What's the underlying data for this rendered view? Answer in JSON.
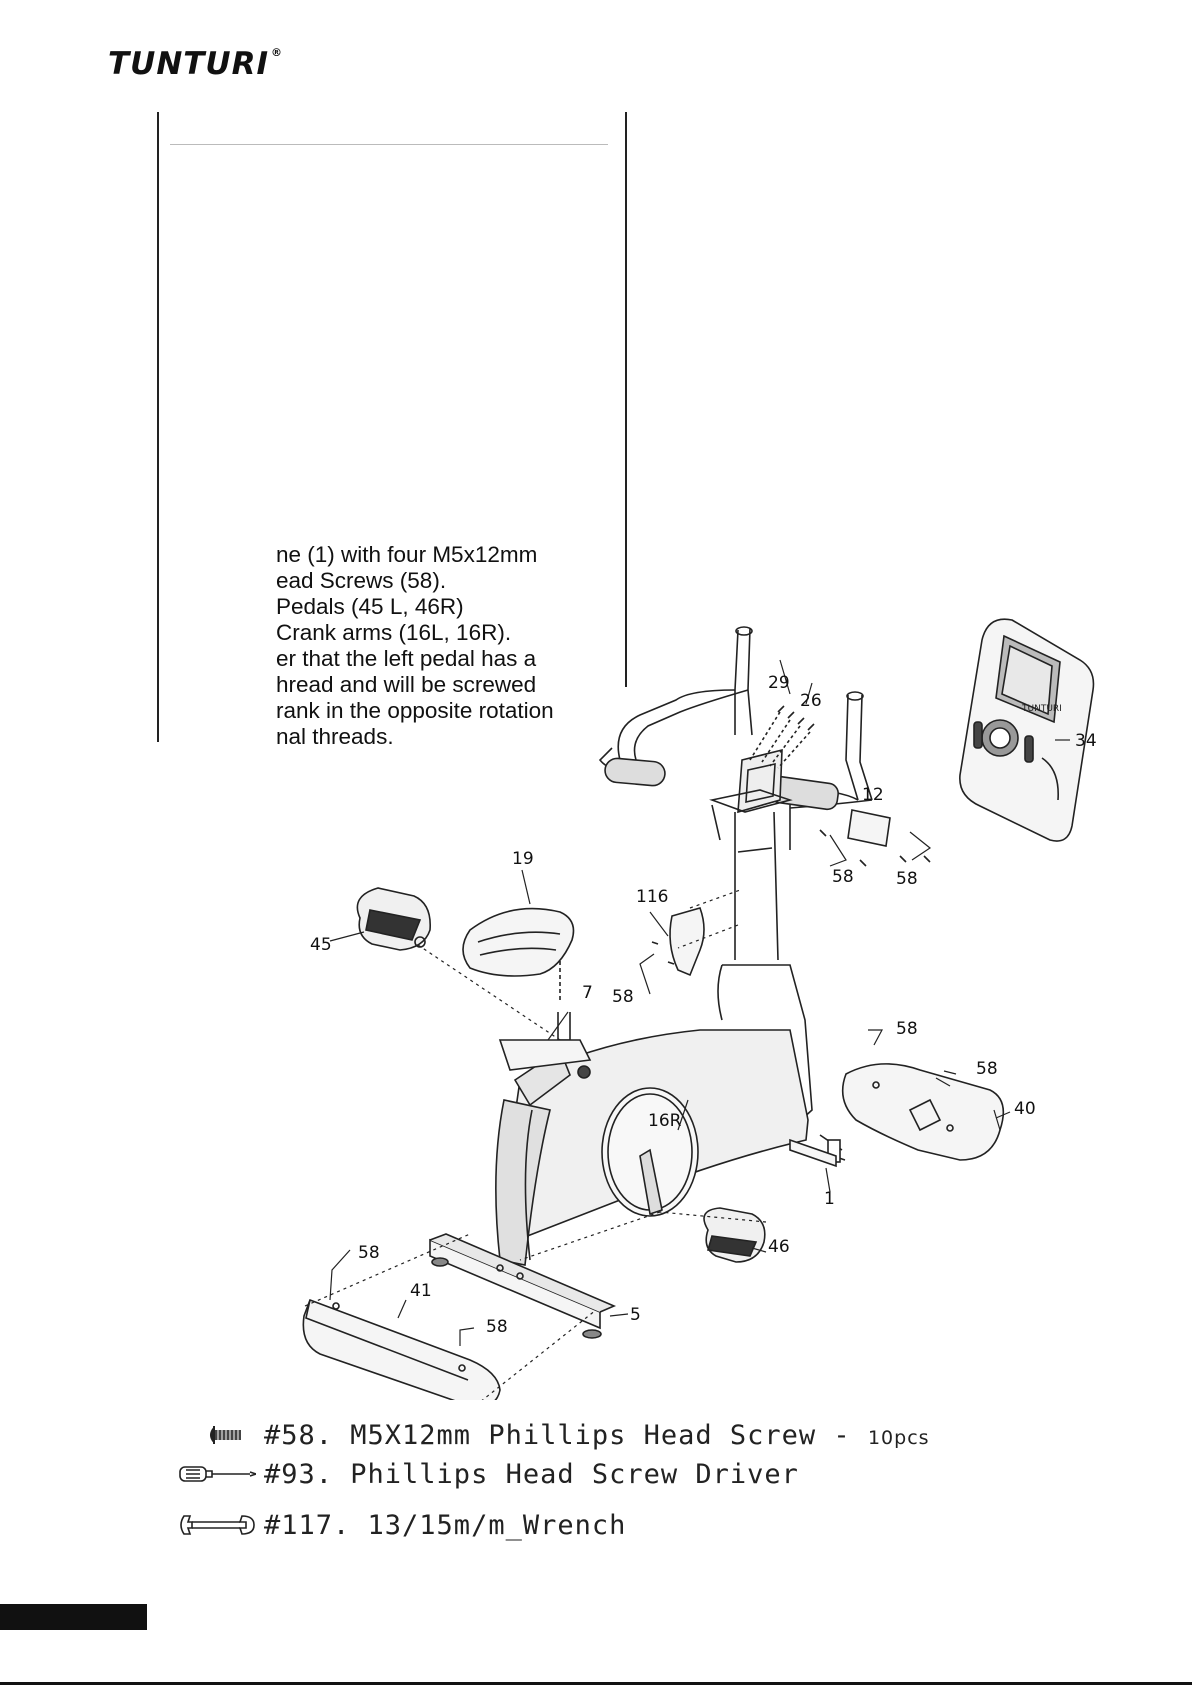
{
  "header": {
    "brand": "TUNTURI",
    "registered": "®"
  },
  "instructions": [
    "ne (1) with four M5x12mm",
    "ead Screws (58).",
    "Pedals (45 L, 46R)",
    "Crank arms (16L, 16R).",
    "er that the left pedal has a",
    "hread and will be screwed",
    "rank in the opposite rotation",
    "nal threads."
  ],
  "parts": {
    "p29": "29",
    "p26": "26",
    "p34": "34",
    "p12": "12",
    "p58a": "58",
    "p58b": "58",
    "p19": "19",
    "p116": "116",
    "p45": "45",
    "p7": "7",
    "p58c": "58",
    "p58d": "58",
    "p58e": "58",
    "p40": "40",
    "p16r": "16R",
    "p1": "1",
    "p46": "46",
    "p58f": "58",
    "p41": "41",
    "p58g": "58",
    "p5": "5",
    "console_brand": "TUNTURI"
  },
  "tools": [
    {
      "name": "#58. M5X12mm Phillips Head Screw -",
      "qty": "10pcs",
      "icon": "screw-icon"
    },
    {
      "name": "#93. Phillips Head Screw Driver",
      "icon": "screwdriver-icon"
    },
    {
      "name": "#117. 13/15m/m_Wrench",
      "icon": "wrench-icon"
    }
  ]
}
